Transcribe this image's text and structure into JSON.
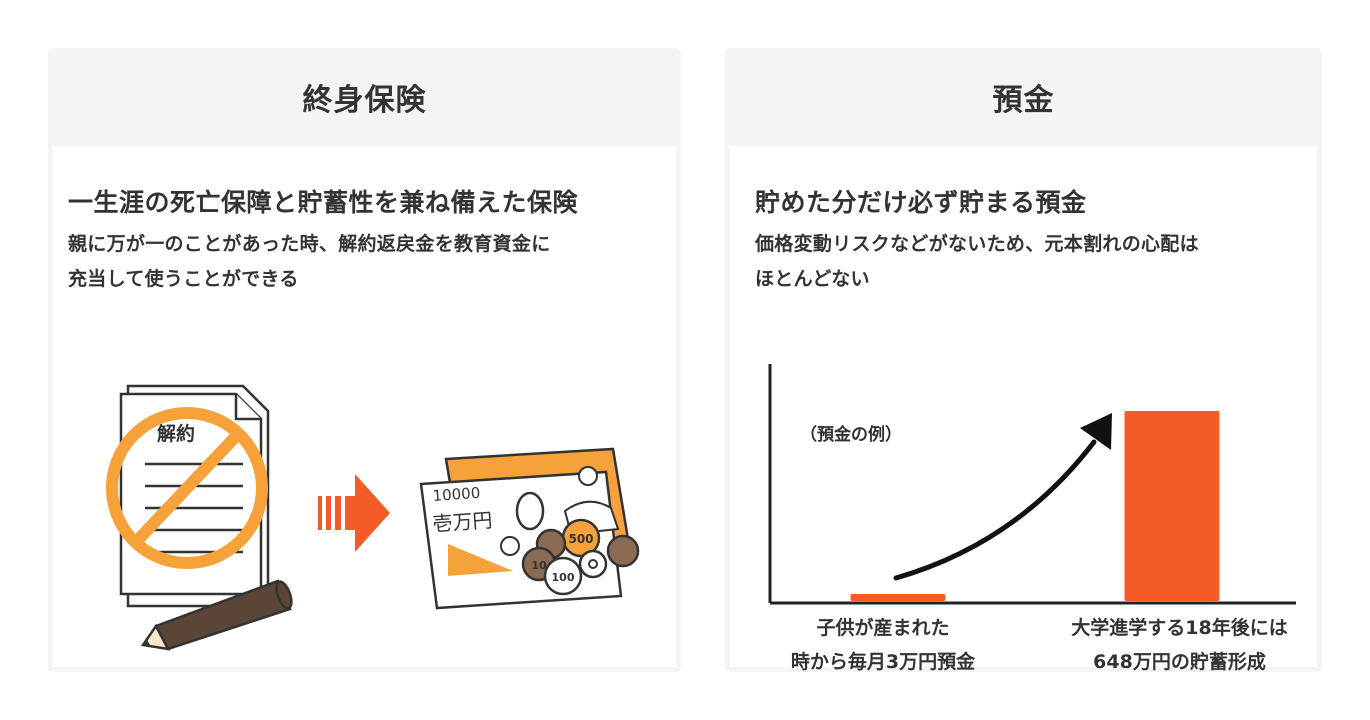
{
  "left": {
    "title": "終身保険",
    "headline": "一生涯の死亡保障と貯蓄性を兼ね備えた保険",
    "desc_line1": "親に万が一のことがあった時、解約返戻金を教育資金に",
    "desc_line2": "充当して使うことができる",
    "doc_label": "解約",
    "bill_number": "10000",
    "bill_text": "壱万円",
    "coin_500": "500",
    "coin_100": "100",
    "coin_10": "10"
  },
  "right": {
    "title": "預金",
    "headline": "貯めた分だけ必ず貯まる預金",
    "desc_line1": "価格変動リスクなどがないため、元本割れの心配は",
    "desc_line2": "ほとんどない",
    "chart_note": "（預金の例）",
    "caption_left_line1": "子供が産まれた",
    "caption_left_line2": "時から毎月3万円預金",
    "caption_right_line1": "大学進学する18年後には",
    "caption_right_line2": "648万円の貯蓄形成"
  },
  "chart_data": {
    "type": "bar",
    "categories": [
      "子供が産まれた時から毎月3万円預金",
      "大学進学する18年後には648万円の貯蓄形成"
    ],
    "values": [
      3,
      648
    ],
    "unit": "万円",
    "color": "#f45b27"
  },
  "colors": {
    "accent": "#f45b27",
    "illustration_orange": "#f6a13a",
    "pencil": "#5a4536",
    "text": "#333333",
    "panel_header": "#f4f4f4"
  },
  "icons": {
    "document": "document-icon",
    "prohibited": "prohibited-icon",
    "pencil": "pencil-icon",
    "arrow": "right-arrow-icon",
    "money": "money-icon"
  }
}
